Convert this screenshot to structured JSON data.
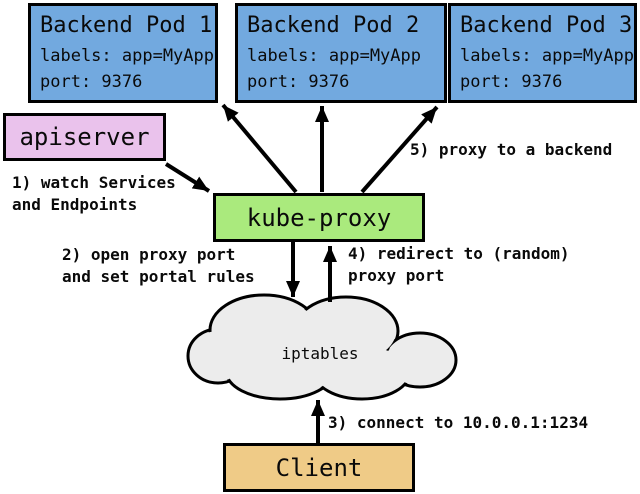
{
  "pods": [
    {
      "title": "Backend Pod 1",
      "labels": "labels: app=MyApp",
      "port": "port: 9376"
    },
    {
      "title": "Backend Pod 2",
      "labels": "labels: app=MyApp",
      "port": "port: 9376"
    },
    {
      "title": "Backend Pod 3",
      "labels": "labels: app=MyApp",
      "port": "port: 9376"
    }
  ],
  "nodes": {
    "apiserver": "apiserver",
    "kube_proxy": "kube-proxy",
    "iptables": "iptables",
    "client": "Client"
  },
  "steps": [
    {
      "text": "1) watch Services\nand Endpoints"
    },
    {
      "text": "2) open proxy port\nand set portal rules"
    },
    {
      "text": "3) connect to 10.0.0.1:1234"
    },
    {
      "text": "4) redirect to (random)\nproxy port"
    },
    {
      "text": "5) proxy to a backend"
    }
  ],
  "colors": {
    "pod_fill": "#72A9DF",
    "apiserver_fill": "#EAC2EC",
    "kube_proxy_fill": "#AAEA7D",
    "client_fill": "#EFCB87",
    "cloud_fill": "#ECECEC",
    "border": "#000000"
  }
}
